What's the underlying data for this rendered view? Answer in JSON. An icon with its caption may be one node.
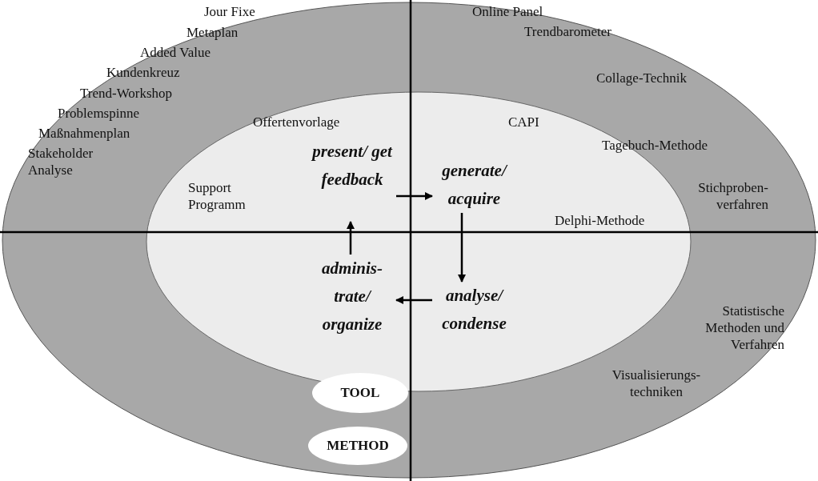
{
  "diagram": {
    "nodes": [
      {
        "text": [
          "present/ get feedback"
        ]
      },
      {
        "text": [
          "generate/ acquire"
        ]
      },
      {
        "text": [
          "analyse/ condense"
        ]
      },
      {
        "text": [
          "adminis- trate/ organize"
        ]
      },
      {
        "text": [
          "TOOL"
        ]
      },
      {
        "text": [
          "METHOD"
        ]
      }
    ],
    "edges": [
      {
        "from": 0,
        "to": 1,
        "arrow": "to"
      },
      {
        "from": 1,
        "to": 2,
        "arrow": "to"
      },
      {
        "from": 2,
        "to": 3,
        "arrow": "to"
      },
      {
        "from": 3,
        "to": 0,
        "arrow": "to"
      }
    ],
    "labels": [
      "Jour Fixe",
      "Metaplan",
      "Added Value",
      "Kundenkreuz",
      "Trend-Workshop",
      "Problemspinne",
      "Maßnahmenplan",
      "Stakeholder Analyse",
      "Offertenvorlage",
      "Support Programm",
      "Online Panel",
      "Trendbarometer",
      "Collage-Technik",
      "CAPI",
      "Tagebuch-Methode",
      "Stichproben- verfahren",
      "Delphi-Methode",
      "Statistische Methoden und Verfahren",
      "Visualisierungs- techniken"
    ]
  }
}
